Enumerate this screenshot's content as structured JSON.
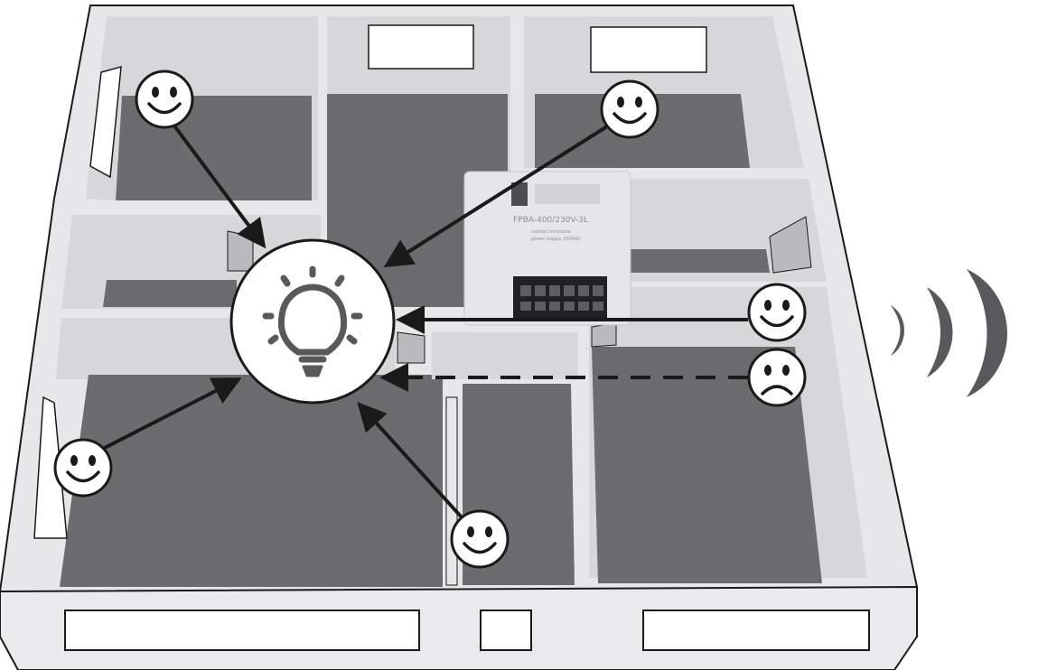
{
  "device": {
    "model": "FPBA-400/230V-3L",
    "line1": "contact inmodule",
    "line2": "power supply 230VAC"
  },
  "colors": {
    "floor": "#6b6c6e",
    "wall": "#e6e7e8",
    "wall_shade": "#c9cacc",
    "outline": "#1a1a1a",
    "signal": "#58595b",
    "device_body": "#e4e6e9"
  },
  "icons": {
    "lamp": "light-bulb-icon",
    "happy": "smiley-happy-icon",
    "sad": "smiley-sad-icon",
    "wireless": "wireless-signal-icon"
  }
}
